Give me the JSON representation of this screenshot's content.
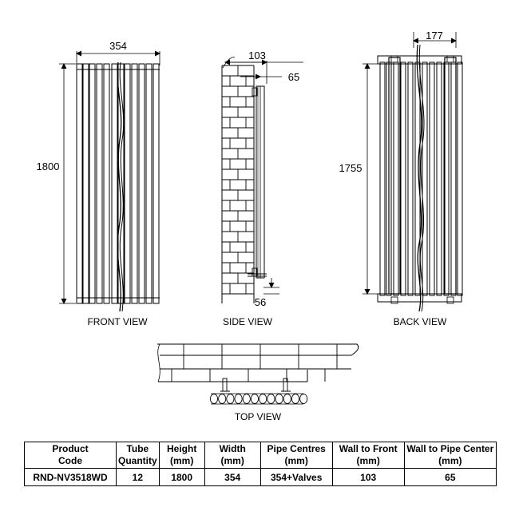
{
  "views": {
    "front": {
      "label": "FRONT VIEW",
      "width_dim": "354",
      "height_dim": "1800"
    },
    "side": {
      "label": "SIDE VIEW",
      "wall_to_front_dim": "103",
      "wall_to_pipe_dim": "65",
      "bottom_dim": "56"
    },
    "back": {
      "label": "BACK VIEW",
      "bracket_width_dim": "177",
      "bracket_height_dim": "1755"
    },
    "top": {
      "label": "TOP VIEW"
    }
  },
  "spec_table": {
    "headers": [
      [
        "Product",
        "Code"
      ],
      [
        "Tube",
        "Quantity"
      ],
      [
        "Height",
        "(mm)"
      ],
      [
        "Width",
        "(mm)"
      ],
      [
        "Pipe Centres",
        "(mm)"
      ],
      [
        "Wall to Front",
        "(mm)"
      ],
      [
        "Wall to Pipe Center",
        "(mm)"
      ]
    ],
    "row": [
      "RND-NV3518WD",
      "12",
      "1800",
      "354",
      "354+Valves",
      "103",
      "65"
    ]
  },
  "colors": {
    "line": "#000000",
    "background": "#ffffff"
  }
}
